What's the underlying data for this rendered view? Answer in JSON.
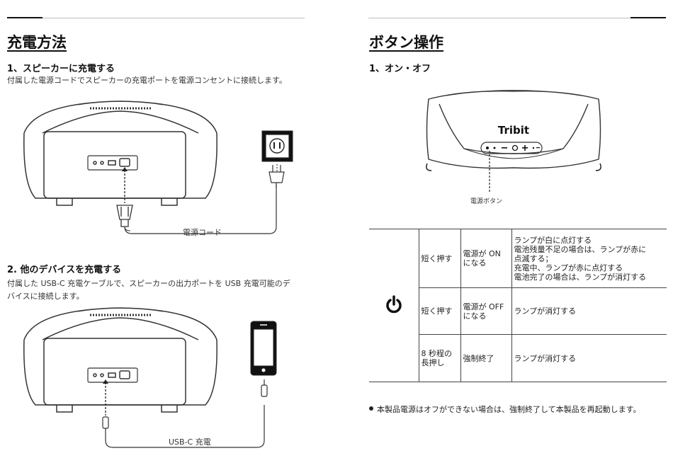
{
  "left": {
    "heading": "充電方法",
    "step1_title": "1、スピーカーに充電する",
    "step1_text": "付属した電源コードでスピーカーの充電ポートを電源コンセントに接続します。",
    "cord_label": "電源コード",
    "step2_title": "2. 他のデバイスを充電する",
    "step2_text": "付属した USB-C 充電ケーブルで、スピーカーの出力ポートを USB 充電可能のデバイスに接続します。",
    "usbc_label": "USB-C 充電"
  },
  "right": {
    "heading": "ボタン操作",
    "step1_title": "1、オン・オフ",
    "brand": "Tribit",
    "power_button_label": "電源ボタン",
    "power_icon": "power-icon",
    "table": [
      {
        "press": "短く押す",
        "state": "電源が ON になる",
        "lamp_lines": [
          "ランプが白に点灯する",
          "電池残量不足の場合は、ランプが赤に",
          "点滅する；",
          "充電中、ランプが赤に点灯する",
          "電池完了の場合は、ランプが消灯する"
        ]
      },
      {
        "press": "短く押す",
        "state": "電源が OFF になる",
        "lamp_lines": [
          "ランプが消灯する"
        ]
      },
      {
        "press": "8 秒程の長押し",
        "state": "強制終了",
        "lamp_lines": [
          "ランプが消灯する"
        ]
      }
    ],
    "note": "本製品電源はオフができない場合は、強制終了して本製品を再起動します。"
  }
}
